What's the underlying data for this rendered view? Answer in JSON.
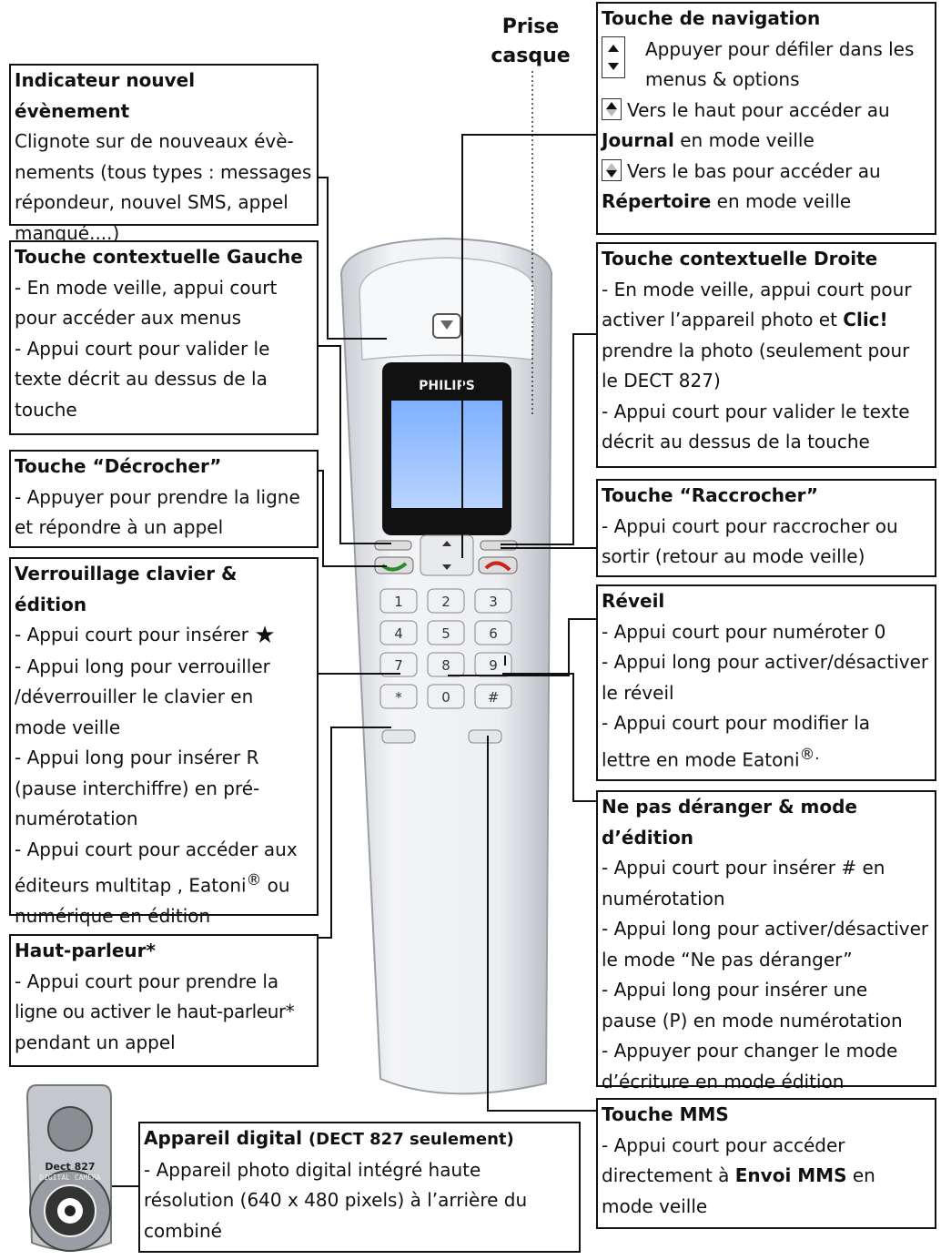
{
  "prise": {
    "line1": "Prise",
    "line2": "casque"
  },
  "phone": {
    "brand": "PHILIPS",
    "keys": [
      "1",
      "2",
      "3",
      "4",
      "5",
      "6",
      "7",
      "8",
      "9",
      "*",
      "0",
      "#"
    ]
  },
  "camera": {
    "model": "Dect 827",
    "ring_text": "DIGITAL CAMERA"
  },
  "boxes": {
    "indicateur": {
      "title": "Indicateur nouvel évènement",
      "lines": [
        "Clignote sur de nouveaux évè-",
        "nements (tous types : messages",
        "répondeur, nouvel SMS, appel",
        "manqué....)"
      ]
    },
    "gauche": {
      "title": "Touche contextuelle Gauche",
      "lines": [
        "- En mode veille, appui court",
        "pour accéder aux menus",
        "- Appui court pour valider le",
        "texte décrit au dessus de la",
        "touche"
      ]
    },
    "decrocher": {
      "title": "Touche “Décrocher”",
      "lines": [
        "- Appuyer pour prendre la ligne",
        "et répondre à un appel"
      ]
    },
    "verrou": {
      "title": "Verrouillage clavier & édition",
      "l1": "- Appui court pour insérer",
      "star": "★",
      "lines": [
        "- Appui long pour verrouiller",
        "/déverrouiller le clavier en",
        "mode veille",
        "- Appui long pour insérer R",
        "(pause interchiffre) en pré-",
        "numérotation",
        "- Appui court pour accéder aux"
      ],
      "last_a": "éditeurs multitap , Eatoni",
      "reg": "®",
      "last_b": " ou",
      "end": "numérique en édition"
    },
    "haut": {
      "title": "Haut-parleur*",
      "lines": [
        "- Appui court pour prendre la",
        "ligne ou activer le haut-parleur*",
        "pendant un appel"
      ]
    },
    "navigation": {
      "title": "Touche de navigation",
      "l1": "Appuyer pour défiler dans les",
      "l2": "menus & options",
      "l3": "Vers le haut pour accéder au",
      "l4_b": "Journal",
      "l4": " en mode veille",
      "l5": "Vers le bas pour accéder au",
      "l6_b": "Répertoire",
      "l6": " en mode veille"
    },
    "droite": {
      "title": "Touche contextuelle Droite",
      "l1": "- En mode veille, appui court pour",
      "l2": "activer l’appareil photo et ",
      "l2_b": "Clic!",
      "lines": [
        "prendre la photo (seulement pour",
        "le DECT 827)",
        "- Appui court pour valider le texte",
        "décrit au dessus de la touche"
      ]
    },
    "raccrocher": {
      "title": "Touche “Raccrocher”",
      "lines": [
        "- Appui court pour raccrocher ou",
        "sortir (retour au mode veille)"
      ]
    },
    "reveil": {
      "title": "Réveil",
      "lines": [
        "- Appui court pour numéroter 0",
        "- Appui long pour activer/désactiver",
        "le réveil",
        "- Appui court pour modifier la"
      ],
      "last": "lettre en mode Eatoni",
      "reg": "®."
    },
    "nepas": {
      "title": "Ne pas déranger & mode d’édition",
      "lines": [
        "- Appui court pour insérer # en",
        "numérotation",
        "- Appui long pour activer/désactiver",
        "le mode “Ne pas déranger”",
        "- Appui long pour insérer une",
        "pause (P) en mode numérotation",
        "- Appuyer pour changer le mode",
        "d’écriture en mode édition"
      ]
    },
    "mms": {
      "title": "Touche MMS",
      "l1": "- Appui court pour accéder",
      "l2": "directement à ",
      "l2_b": "Envoi MMS",
      "l2_c": " en",
      "l3": "mode veille"
    },
    "appareil": {
      "title": "Appareil digital",
      "title_sub": "(DECT 827 seulement)",
      "lines": [
        "- Appareil photo digital intégré haute",
        "résolution (640 x 480 pixels) à l’arrière du",
        "combiné"
      ]
    }
  }
}
